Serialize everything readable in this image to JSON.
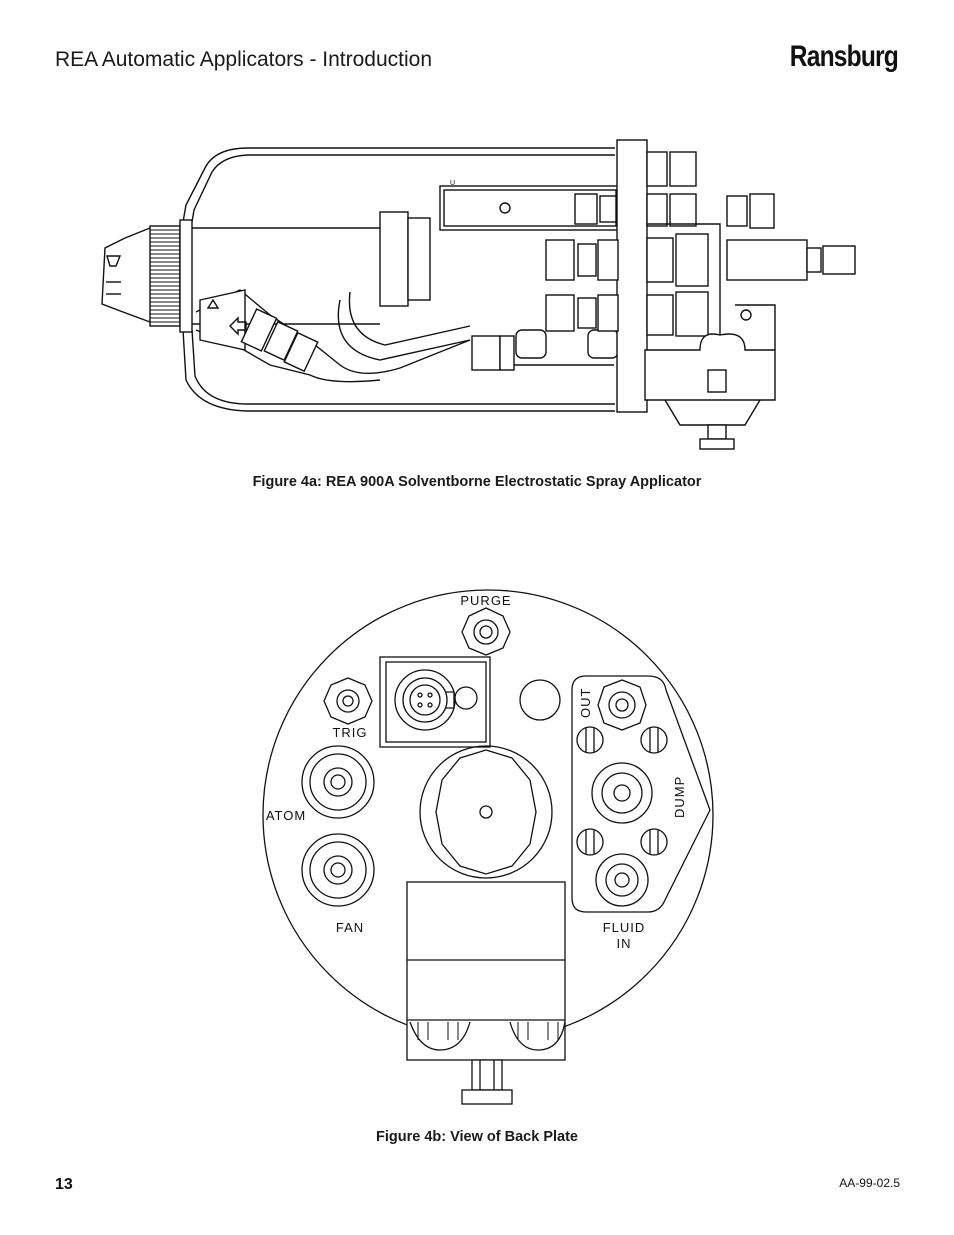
{
  "header": {
    "title": "REA Automatic Applicators - Introduction",
    "brand": "Ransburg"
  },
  "figure_a": {
    "caption": "Figure 4a:  REA 900A Solventborne Electrostatic Spray Applicator",
    "small_mark": "U"
  },
  "figure_b": {
    "caption": "Figure 4b:  View of Back Plate",
    "labels": {
      "purge": "PURGE",
      "trig": "TRIG",
      "atom": "ATOM",
      "fan": "FAN",
      "out": "OUT",
      "dump": "DUMP",
      "fluid_line1": "FLUID",
      "fluid_line2": "IN"
    }
  },
  "footer": {
    "page_number": "13",
    "doc_code": "AA-99-02.5"
  }
}
